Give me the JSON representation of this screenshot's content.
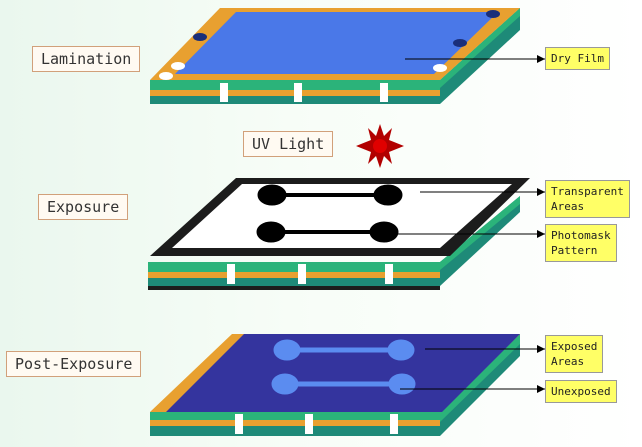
{
  "stages": [
    {
      "id": "lamination",
      "label": "Lamination"
    },
    {
      "id": "exposure",
      "label": "Exposure"
    },
    {
      "id": "post_exposure",
      "label": "Post-Exposure"
    }
  ],
  "uv_label": "UV Light",
  "annotations": {
    "dry_film": "Dry Film",
    "transparent_areas": [
      "Transparent",
      "Areas"
    ],
    "photomask_pattern": [
      "Photomask",
      "Pattern"
    ],
    "exposed_areas": [
      "Exposed",
      "Areas"
    ],
    "unexposed": "Unexposed"
  },
  "colors": {
    "dry_film": "#4a78e8",
    "exposed_film": "#34349e",
    "pattern_light": "#5b8cf0",
    "board_green": "#2bb37a",
    "board_teal": "#1e8a78",
    "copper": "#e8a030",
    "photomask_frame": "#1c1c1c",
    "photomask_clear": "#ffffff",
    "note_fill": "#ffff66",
    "uv_core": "#e00000"
  }
}
